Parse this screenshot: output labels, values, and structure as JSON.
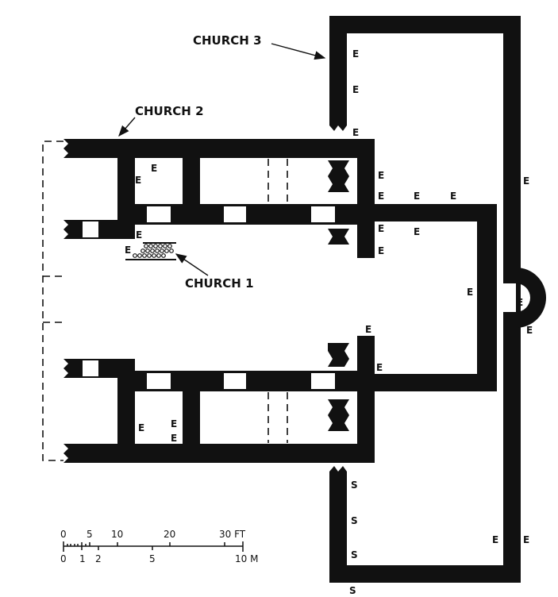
{
  "labels": {
    "church1": "CHURCH 1",
    "church2": "CHURCH 2",
    "church3": "CHURCH 3"
  },
  "marker_e": "E",
  "marker_s": "S",
  "scale": {
    "feet_ticks": [
      "0",
      "5",
      "10",
      "20",
      "30 FT"
    ],
    "meter_ticks": [
      "0",
      "1",
      "2",
      "5",
      "10 M"
    ]
  },
  "colors": {
    "ink": "#111111",
    "paper": "#ffffff"
  }
}
